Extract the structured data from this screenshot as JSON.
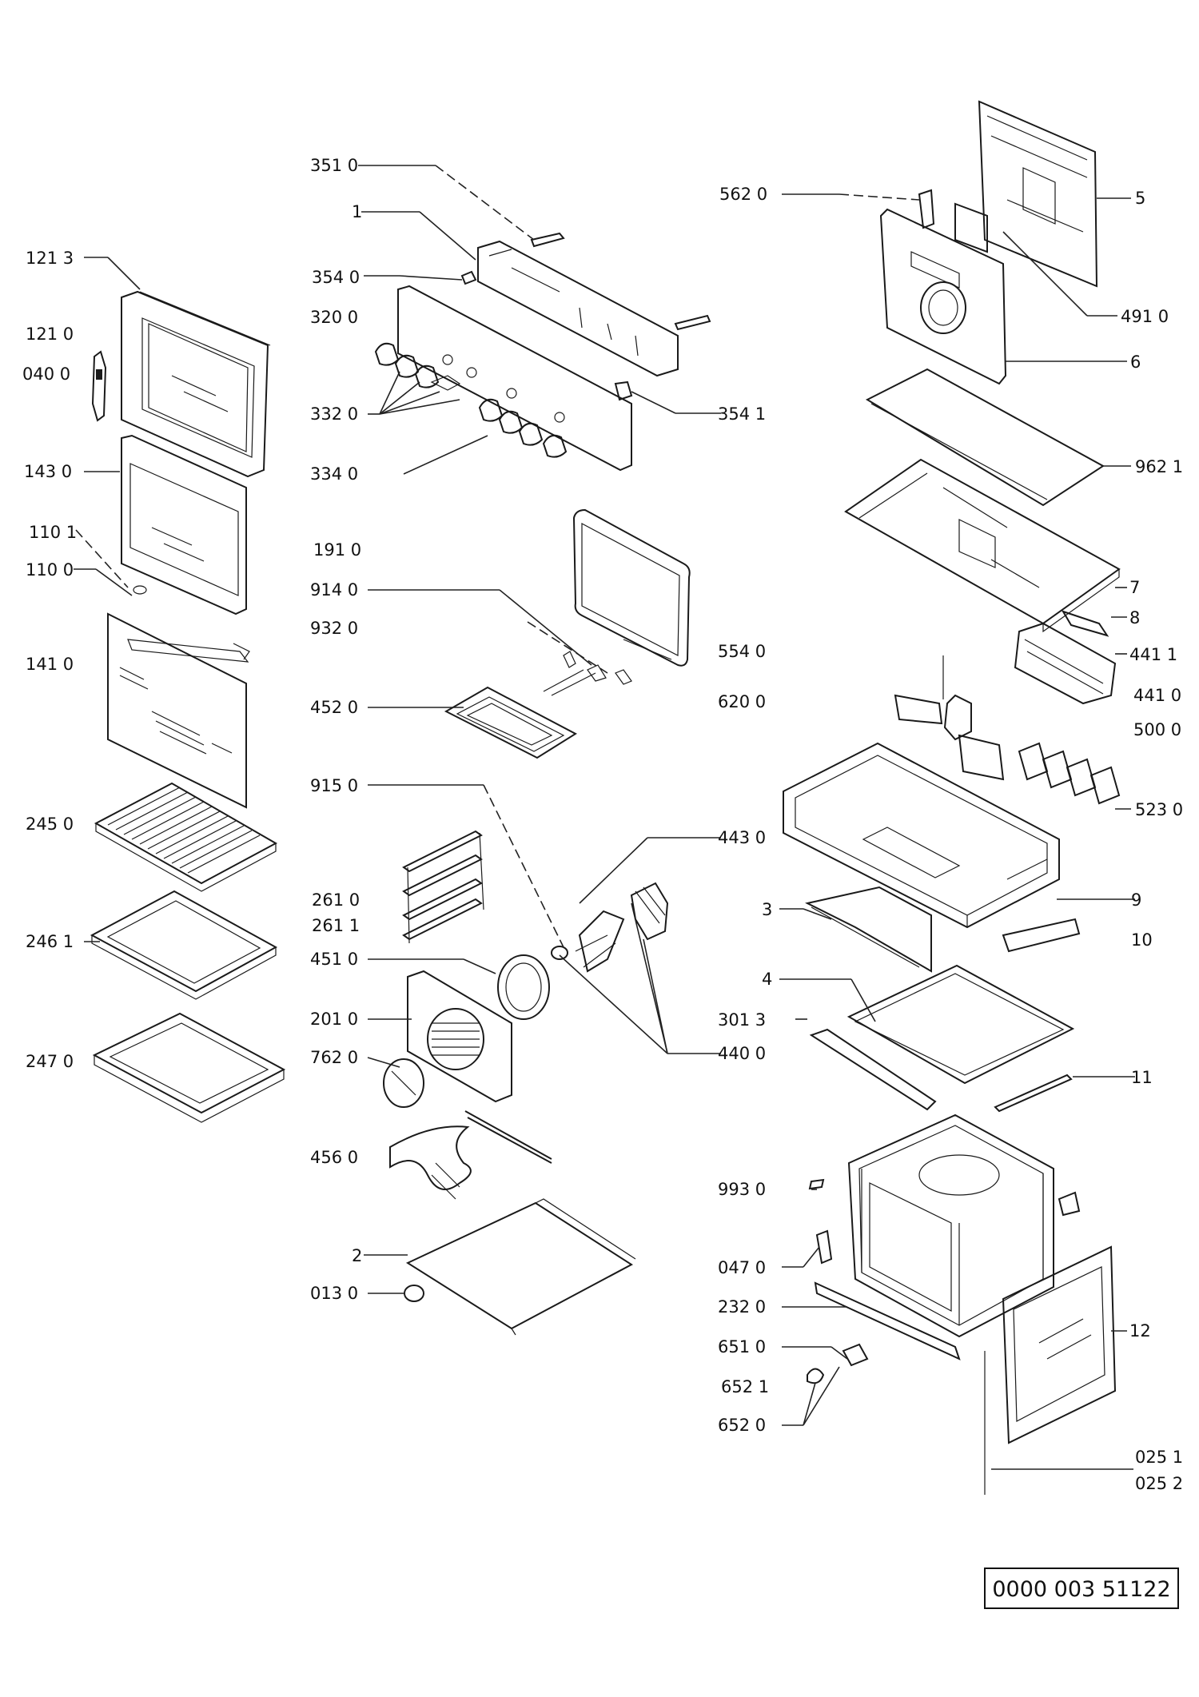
{
  "document_number": "0000 003 51122",
  "labels": {
    "l3510": "351 0",
    "l1": "1",
    "l3540": "354 0",
    "l3200": "320 0",
    "l3320": "332 0",
    "l3340": "334 0",
    "l3541": "354 1",
    "l1910": "191 0",
    "l9140": "914 0",
    "l9320": "932 0",
    "l5540": "554 0",
    "l6200": "620 0",
    "l4520": "452 0",
    "l9150": "915 0",
    "l4430": "443 0",
    "l2610": "261 0",
    "l2611": "261 1",
    "l4510": "451 0",
    "l2010": "201 0",
    "l7620": "762 0",
    "l4400": "440 0",
    "l4560": "456 0",
    "l2": "2",
    "l0130": "013 0",
    "l1213": "121 3",
    "l1210": "121 0",
    "l0400": "040 0",
    "l1430": "143 0",
    "l1101": "110 1",
    "l1100": "110 0",
    "l1410": "141 0",
    "l2450": "245 0",
    "l2461": "246 1",
    "l2470": "247 0",
    "l5620": "562 0",
    "l5": "5",
    "l4910": "491 0",
    "l6": "6",
    "l9621": "962 1",
    "l7": "7",
    "l8": "8",
    "l4411": "441 1",
    "l4410": "441 0",
    "l5000": "500 0",
    "l5230": "523 0",
    "l9": "9",
    "l3": "3",
    "l10": "10",
    "l4": "4",
    "l3013": "301 3",
    "l11": "11",
    "l9930": "993 0",
    "l0470": "047 0",
    "l2320": "232 0",
    "l6510": "651 0",
    "l6521": "652 1",
    "l6520": "652 0",
    "l12": "12",
    "l0251": "025 1",
    "l0252": "025 2"
  },
  "icons": [
    "exploded-oven-parts-drawing"
  ]
}
